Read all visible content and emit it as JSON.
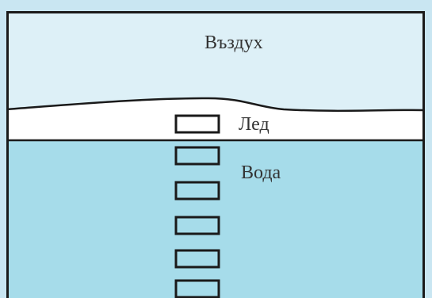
{
  "diagram": {
    "labels": {
      "air": "Въздух",
      "ice": "Лед",
      "water": "Вода"
    },
    "colors": {
      "page_background": "#c9e6f2",
      "air": "#ddf0f7",
      "ice": "#ffffff",
      "water": "#a6dcea",
      "outline": "#1a1a1a"
    }
  }
}
